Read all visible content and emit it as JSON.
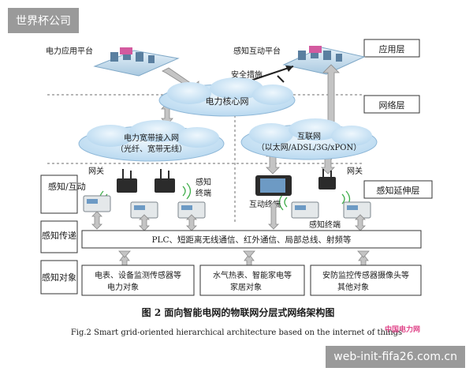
{
  "watermark_top": "世界杯公司",
  "watermark_bottom": "web-init-fifa26.com.cn",
  "logo_text": "中国电力网",
  "layers": {
    "app": "应用层",
    "net": "网络层",
    "ext": "感知延伸层",
    "left1": "感知/互动",
    "left2": "感知传递",
    "left3": "感知对象"
  },
  "platforms": {
    "power": "电力应用平台",
    "interact": "感知互动平台"
  },
  "security": "安全措施",
  "clouds": {
    "core": "电力核心网",
    "access_l1": "电力宽带接入网",
    "access_l2": "（光纤、宽带无线）",
    "internet_l1": "互联网",
    "internet_l2": "（以太网/ADSL/3G/xPON）"
  },
  "gateway": "网关",
  "sense_terminal_l1": "感知",
  "sense_terminal_l2": "终端",
  "interact_terminal": "互动终端",
  "sense_terminal_r": "感知终端",
  "bus": "PLC、短距离无线通信、红外通信、局部总线、射频等",
  "objects": {
    "o1_l1": "电表、设备监测传感器等",
    "o1_l2": "电力对象",
    "o2_l1": "水气热表、智能家电等",
    "o2_l2": "家居对象",
    "o3_l1": "安防监控传感器摄像头等",
    "o3_l2": "其他对象"
  },
  "caption_cn": "图 2  面向智能电网的物联网分层式网络架构图",
  "caption_en": "Fig.2 Smart grid-oriented hierarchical architecture based on the internet of things",
  "colors": {
    "cloud": "#cfe6f7",
    "cloud_edge": "#8fb8d8",
    "arrow": "#bdbdbd",
    "box": "#ffffff"
  }
}
